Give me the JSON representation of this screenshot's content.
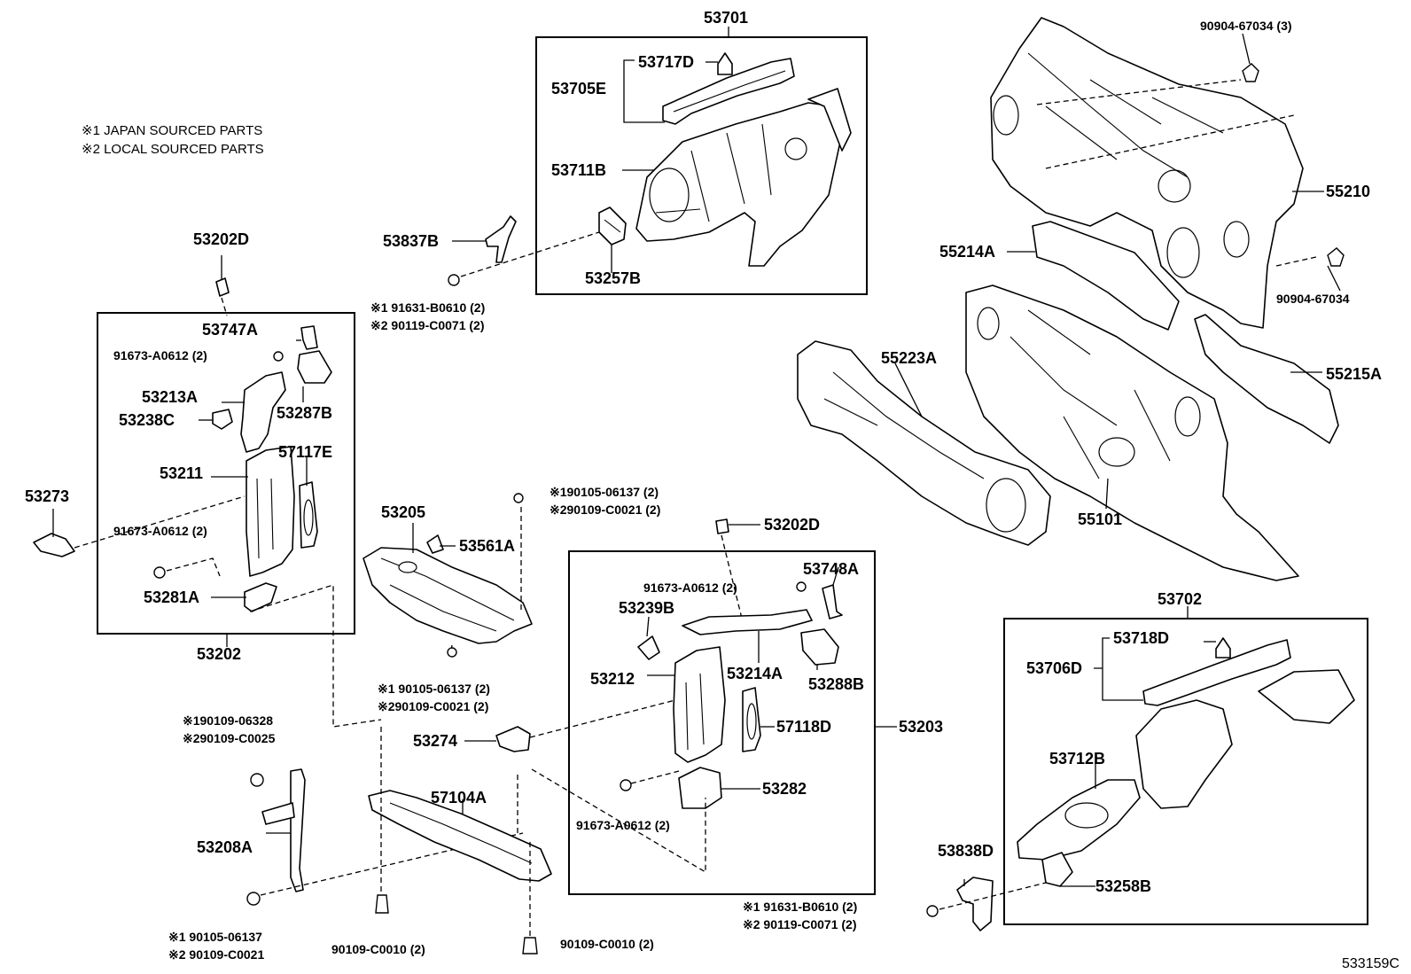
{
  "notes": {
    "n1": "※1 JAPAN SOURCED PARTS",
    "n2": "※2 LOCAL SOURCED PARTS"
  },
  "figure_id": "533159C",
  "parts": {
    "p53701": "53701",
    "p53717D": "53717D",
    "p53705E": "53705E",
    "p53711B": "53711B",
    "p53837B": "53837B",
    "p53257B": "53257B",
    "f1_91631": "※1 91631-B0610 (2)",
    "f1_90119": "※2 90119-C0071 (2)",
    "p90904a": "90904-67034 (3)",
    "p55210": "55210",
    "p55214A": "55214A",
    "p90904b": "90904-67034",
    "p55223A": "55223A",
    "p55215A": "55215A",
    "p55101": "55101",
    "p53202D_a": "53202D",
    "p53747A": "53747A",
    "f91673_a": "91673-A0612 (2)",
    "p53213A": "53213A",
    "p53287B": "53287B",
    "p53238C": "53238C",
    "p53211": "53211",
    "p57117E": "57117E",
    "p53273": "53273",
    "f91673_b": "91673-A0612 (2)",
    "p53281A": "53281A",
    "p53202": "53202",
    "p53205": "53205",
    "p53561A": "53561A",
    "f_90105_top1": "※190105-06137 (2)",
    "f_90109_top2": "※290109-C0021 (2)",
    "f_90105_mid1": "※1 90105-06137 (2)",
    "f_90109_mid2": "※290109-C0021 (2)",
    "p53202D_b": "53202D",
    "f91673_c": "91673-A0612 (2)",
    "p53748A": "53748A",
    "p53239B": "53239B",
    "p53214A": "53214A",
    "p53212": "53212",
    "p53288B": "53288B",
    "p53274": "53274",
    "p57118D": "57118D",
    "p53203": "53203",
    "p53282": "53282",
    "f91673_d": "91673-A0612 (2)",
    "f_90109_left1": "※190109-06328",
    "f_90109_left2": "※290109-C0025",
    "p53208A": "53208A",
    "p57104A": "57104A",
    "f_bot1": "※1 90105-06137",
    "f_bot2": "※2 90109-C0021",
    "f_90109_c0010a": "90109-C0010 (2)",
    "f_90109_c0010b": "90109-C0010 (2)",
    "f2_91631": "※1 91631-B0610 (2)",
    "f2_90119": "※2 90119-C0071 (2)",
    "p53702": "53702",
    "p53718D": "53718D",
    "p53706D": "53706D",
    "p53712B": "53712B",
    "p53838D": "53838D",
    "p53258B": "53258B"
  }
}
